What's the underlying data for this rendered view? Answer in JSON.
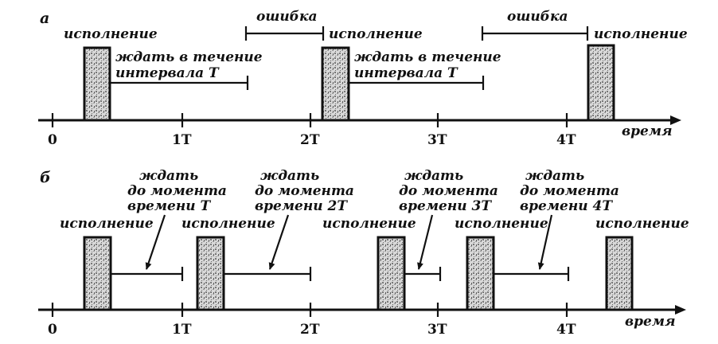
{
  "panel_a": {
    "letter": "а",
    "axis_ticks": [
      "0",
      "1T",
      "2T",
      "3T",
      "4T"
    ],
    "axis_label": "время",
    "labels": {
      "exec1": "исполнение",
      "exec2": "исполнение",
      "exec3": "исполнение",
      "error1": "ошибка",
      "error2": "ошибка",
      "wait1_line1": "ждать в течение",
      "wait1_line2": "интервала T",
      "wait2_line1": "ждать в течение",
      "wait2_line2": "интервала T"
    }
  },
  "panel_b": {
    "letter": "б",
    "axis_ticks": [
      "0",
      "1T",
      "2T",
      "3T",
      "4T"
    ],
    "axis_label": "время",
    "labels": {
      "exec1": "исполнение",
      "exec2": "исполнение",
      "exec3": "исполнение",
      "exec4": "исполнение",
      "exec5": "исполнение",
      "wait1": [
        "ждать",
        "до момента",
        "времени T"
      ],
      "wait2": [
        "ждать",
        "до момента",
        "времени 2T"
      ],
      "wait3": [
        "ждать",
        "до момента",
        "времени 3T"
      ],
      "wait4": [
        "ждать",
        "до момента",
        "времени 4T"
      ]
    }
  }
}
